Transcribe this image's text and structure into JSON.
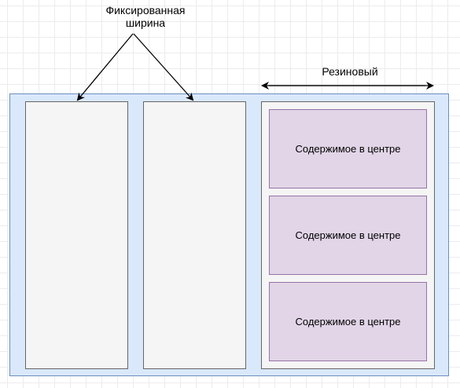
{
  "labels": {
    "fixed_width_line1": "Фиксированная",
    "fixed_width_line2": "ширина",
    "fluid": "Резиновый"
  },
  "content_boxes": [
    {
      "text": "Содержимое в центре"
    },
    {
      "text": "Содержимое в центре"
    },
    {
      "text": "Содержимое в центре"
    }
  ],
  "colors": {
    "outer_fill": "#dae8fc",
    "outer_stroke": "#6c8ebf",
    "column_fill": "#f5f5f5",
    "column_stroke": "#666666",
    "content_fill": "#e1d5e7",
    "content_stroke": "#9673a6"
  }
}
